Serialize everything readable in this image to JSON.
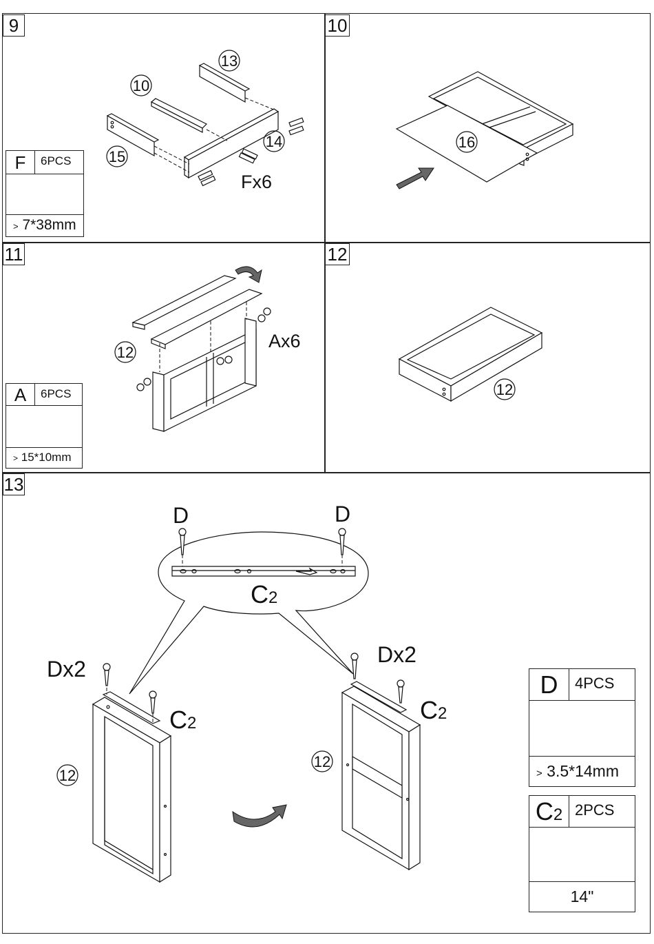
{
  "steps": {
    "s9": {
      "number": "9",
      "parts": [
        "10",
        "13",
        "14",
        "15"
      ],
      "fastener": "Fx6",
      "box": {
        "letter": "F",
        "qty": "6PCS",
        "size": "7*38mm"
      }
    },
    "s10": {
      "number": "10",
      "parts": [
        "16"
      ]
    },
    "s11": {
      "number": "11",
      "parts": [
        "12"
      ],
      "fastener": "Ax6",
      "box": {
        "letter": "A",
        "qty": "6PCS",
        "size": "15*10mm"
      }
    },
    "s12": {
      "number": "12",
      "parts": [
        "12"
      ]
    },
    "s13": {
      "number": "13",
      "callout_d_left": "D",
      "callout_d_right": "D",
      "callout_rail": "C",
      "callout_rail_sub": "2",
      "left": {
        "screw": "Dx2",
        "rail": "C",
        "rail_sub": "2",
        "part": "12"
      },
      "right": {
        "screw": "Dx2",
        "rail": "C",
        "rail_sub": "2",
        "part": "12"
      },
      "box_d": {
        "letter": "D",
        "qty": "4PCS",
        "size": "3.5*14mm"
      },
      "box_c": {
        "letter": "C",
        "letter_sub": "2",
        "qty": "2PCS",
        "size": "14\""
      }
    }
  },
  "size_marker": ">"
}
